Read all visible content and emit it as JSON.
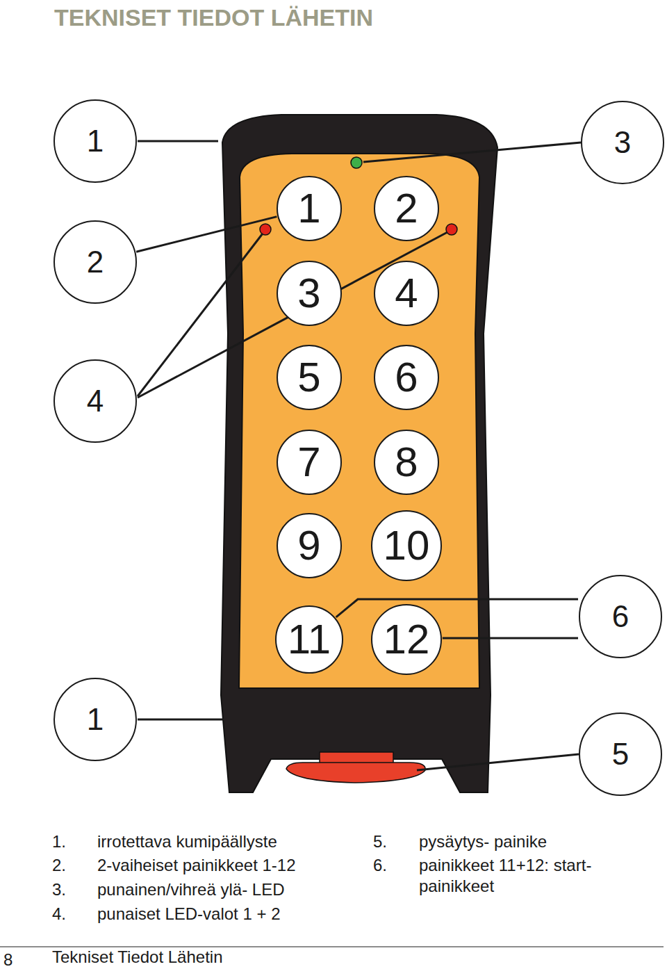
{
  "diagram": {
    "title": "TEKNISET TIEDOT LÄHETIN",
    "nodes": [
      {
        "text": [
          "1"
        ]
      },
      {
        "text": [
          "3"
        ]
      },
      {
        "text": [
          "1"
        ]
      },
      {
        "text": [
          "2"
        ]
      },
      {
        "text": [
          "2"
        ]
      },
      {
        "text": [
          "3"
        ]
      },
      {
        "text": [
          "4"
        ]
      },
      {
        "text": [
          "5"
        ]
      },
      {
        "text": [
          "6"
        ]
      },
      {
        "text": [
          "4"
        ]
      },
      {
        "text": [
          "7"
        ]
      },
      {
        "text": [
          "8"
        ]
      },
      {
        "text": [
          "9"
        ]
      },
      {
        "text": [
          "10"
        ]
      },
      {
        "text": [
          "6"
        ]
      },
      {
        "text": [
          "11"
        ]
      },
      {
        "text": [
          "12"
        ]
      },
      {
        "text": [
          "1"
        ]
      },
      {
        "text": [
          "5"
        ]
      }
    ],
    "edges": [
      {
        "from": 4,
        "to": 2,
        "arrow": "none"
      },
      {
        "from": 14,
        "to": 15,
        "arrow": "none"
      },
      {
        "from": 14,
        "to": 16,
        "arrow": "none"
      }
    ],
    "labels": [
      "1.",
      "irrotettava kumipäällyste",
      "2.",
      "2-vaiheiset painikkeet 1-12",
      "3.",
      "punainen/vihreä ylä- LED",
      "4.",
      "punaiset LED-valot 1 + 2",
      "5.",
      "pysäytys- painike",
      "6.",
      "painikkeet 11+12: start- painikkeet",
      "8",
      "Tekniset Tiedot Lähetin"
    ]
  }
}
